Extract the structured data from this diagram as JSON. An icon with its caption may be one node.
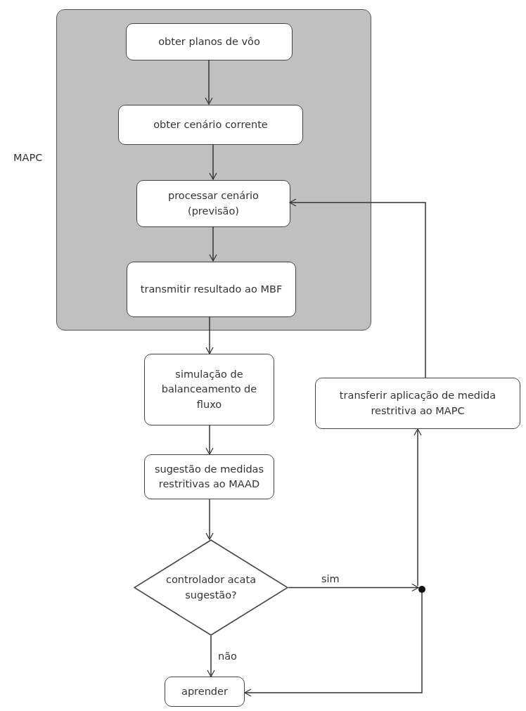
{
  "diagram": {
    "nodes": [
      {
        "text": [
          "MAPC"
        ]
      },
      {
        "text": [
          "obter planos de vôo"
        ],
        "in": 0
      },
      {
        "text": [
          "obter cenário corrente"
        ],
        "in": 0
      },
      {
        "text": [
          "processar cenário (previsão)"
        ],
        "in": 0
      },
      {
        "text": [
          "transmitir resultado ao MBF"
        ],
        "in": 0
      },
      {
        "text": [
          "simulação de balanceamento de fluxo"
        ]
      },
      {
        "text": [
          "transferir aplicação de medida restritiva ao MAPC"
        ]
      },
      {
        "text": [
          "sugestão de medidas restritivas ao MAAD"
        ]
      },
      {
        "text": [
          "controlador acata sugestão?"
        ]
      },
      {
        "text": [],
        "shape": "circle"
      },
      {
        "text": [
          "aprender"
        ]
      }
    ],
    "edges": [
      {
        "from": 1,
        "to": 2,
        "arrow": "to"
      },
      {
        "from": 2,
        "to": 3,
        "arrow": "to"
      },
      {
        "from": 3,
        "to": 4,
        "arrow": "to"
      },
      {
        "from": 4,
        "to": 5,
        "arrow": "to"
      },
      {
        "from": 5,
        "to": 7,
        "arrow": "to"
      },
      {
        "from": 7,
        "to": 8,
        "arrow": "to"
      },
      {
        "from": 8,
        "to": 9,
        "arrow": "to",
        "label": "sim"
      },
      {
        "from": 9,
        "to": 6,
        "arrow": "to"
      },
      {
        "from": 9,
        "to": 10,
        "arrow": "to"
      },
      {
        "from": 8,
        "to": 10,
        "arrow": "to",
        "label": "não"
      },
      {
        "from": 6,
        "to": 3,
        "arrow": "to"
      }
    ]
  }
}
